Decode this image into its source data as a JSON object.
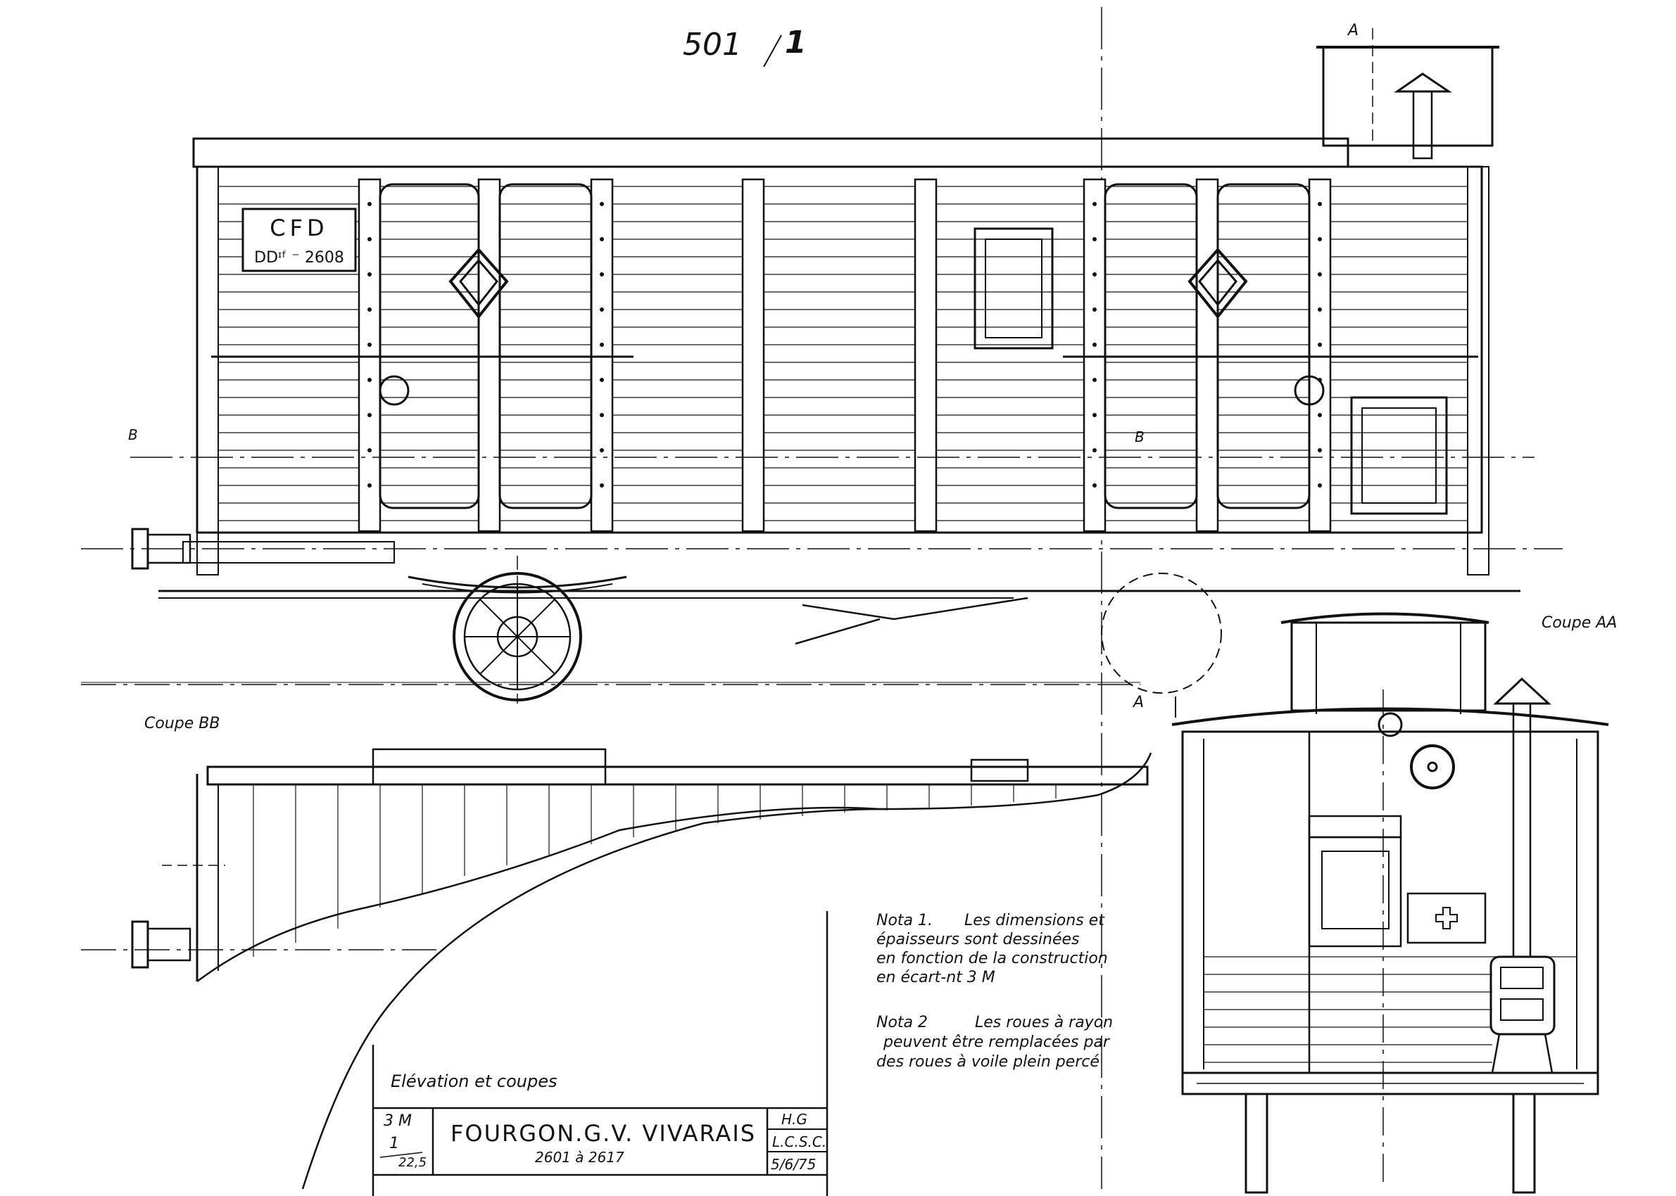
{
  "sheet": {
    "number": "501",
    "sub": "1"
  },
  "side_view": {
    "car_marking": "CFD",
    "car_number": "DDᶦᶠ ⁻ 2608",
    "section_a_label": "A",
    "section_b_label": "B"
  },
  "sections": {
    "bb_title": "Coupe BB",
    "aa_title": "Coupe AA"
  },
  "notes": {
    "nota1_title": "Nota 1.",
    "nota1_lines": [
      "Les dimensions et",
      "épaisseurs sont dessinées",
      "en fonction de la construction",
      "en écart-nt 3 M"
    ],
    "nota2_title": "Nota 2",
    "nota2_lines": [
      "Les roues à rayon",
      "peuvent être remplacées par",
      "des roues à voile plein percé"
    ]
  },
  "title_block": {
    "subtitle": "Elévation et coupes",
    "gauge": "3 M",
    "scale_num": "1",
    "scale_den": "22,5",
    "title": "FOURGON.G.V. VIVARAIS",
    "numbers": "2601 à 2617",
    "author": "H.G",
    "org": "L.C.S.C.",
    "date": "5/6/75"
  }
}
